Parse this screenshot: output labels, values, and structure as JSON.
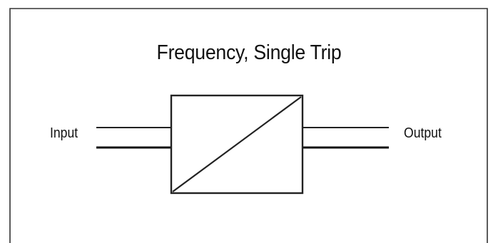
{
  "diagram": {
    "title": "Frequency, Single Trip",
    "input_label": "Input",
    "output_label": "Output"
  }
}
